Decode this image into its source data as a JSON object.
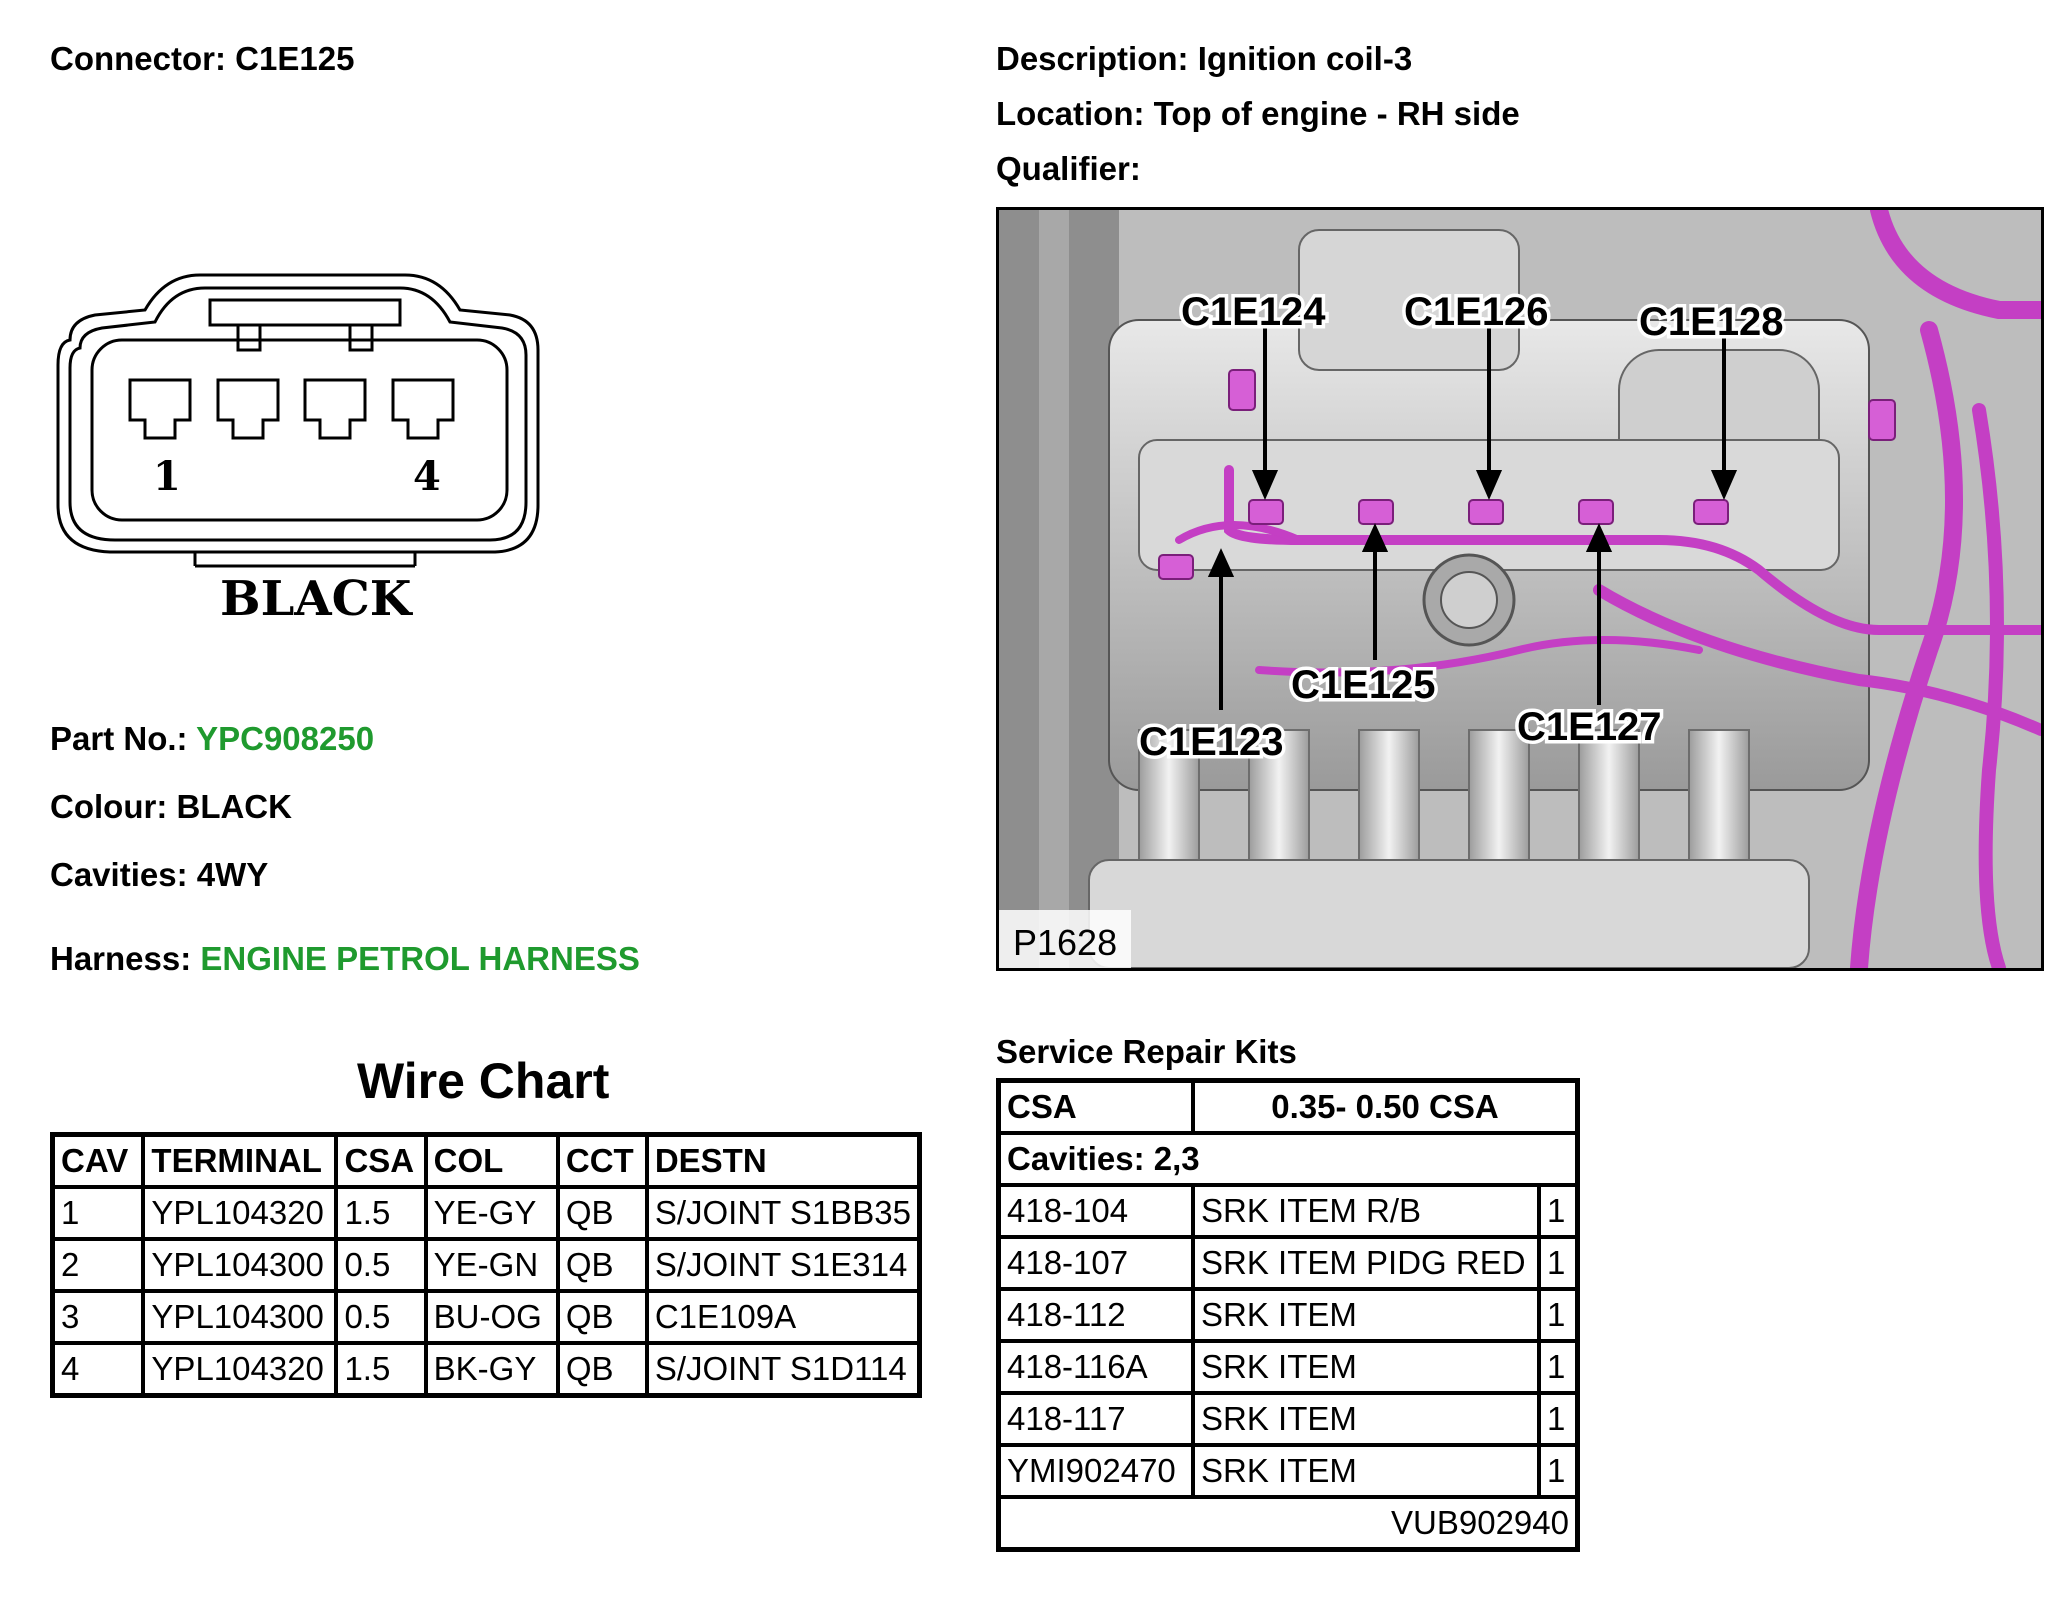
{
  "connector": {
    "label": "Connector:",
    "value": "C1E125"
  },
  "description": {
    "label": "Description:",
    "value": "Ignition coil-3"
  },
  "location": {
    "label": "Location:",
    "value": "Top of engine - RH side"
  },
  "qualifier": {
    "label": "Qualifier:",
    "value": ""
  },
  "connector_diagram": {
    "pin_first": "1",
    "pin_last": "4",
    "colour_label": "BLACK"
  },
  "part_no": {
    "label": "Part No.:",
    "value": "YPC908250"
  },
  "colour": {
    "label": "Colour:",
    "value": "BLACK"
  },
  "cavities": {
    "label": "Cavities:",
    "value": "4WY"
  },
  "harness": {
    "label": "Harness:",
    "value": "ENGINE PETROL HARNESS"
  },
  "wire_chart": {
    "title": "Wire Chart",
    "headers": [
      "CAV",
      "TERMINAL",
      "CSA",
      "COL",
      "CCT",
      "DESTN"
    ],
    "rows": [
      [
        "1",
        "YPL104320",
        "1.5",
        "YE-GY",
        "QB",
        "S/JOINT S1BB35"
      ],
      [
        "2",
        "YPL104300",
        "0.5",
        "YE-GN",
        "QB",
        "S/JOINT S1E314"
      ],
      [
        "3",
        "YPL104300",
        "0.5",
        "BU-OG",
        "QB",
        "C1E109A"
      ],
      [
        "4",
        "YPL104320",
        "1.5",
        "BK-GY",
        "QB",
        "S/JOINT S1D114"
      ]
    ]
  },
  "location_image": {
    "callouts": [
      "C1E124",
      "C1E126",
      "C1E128",
      "C1E125",
      "C1E123",
      "C1E127"
    ],
    "figure_ref": "P1628",
    "harness_color": "#c43fc4"
  },
  "service_kits": {
    "title": "Service Repair Kits",
    "csa_label": "CSA",
    "csa_value": "0.35- 0.50 CSA",
    "cavities": "Cavities: 2,3",
    "rows": [
      [
        "418-104",
        "SRK ITEM R/B",
        "1"
      ],
      [
        "418-107",
        "SRK ITEM PIDG RED",
        "1"
      ],
      [
        "418-112",
        "SRK ITEM",
        "1"
      ],
      [
        "418-116A",
        "SRK ITEM",
        "1"
      ],
      [
        "418-117",
        "SRK ITEM",
        "1"
      ],
      [
        "YMI902470",
        "SRK ITEM",
        "1"
      ]
    ],
    "footer": "VUB902940"
  }
}
